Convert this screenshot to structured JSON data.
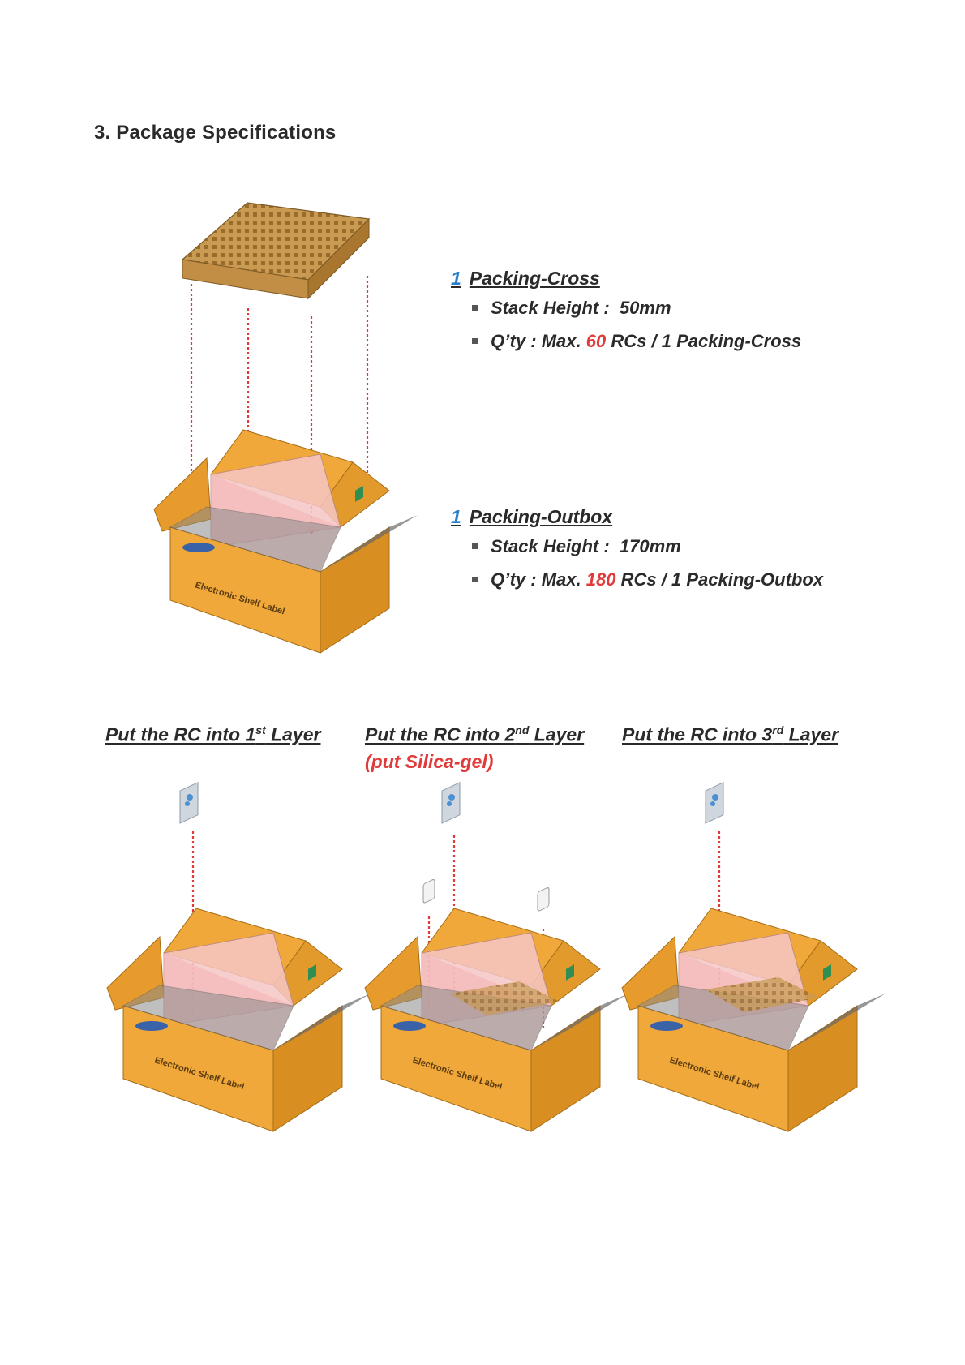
{
  "section_title": "3.  Package  Specifications",
  "packing_cross": {
    "number": "1",
    "title": "Packing-Cross",
    "stack_height_label": "Stack Height :",
    "stack_height_value": "50mm",
    "qty_prefix": "Q’ty : Max.",
    "qty_number": "60",
    "qty_suffix": "RCs / 1  Packing-Cross"
  },
  "packing_outbox": {
    "number": "1",
    "title": "Packing-Outbox",
    "stack_height_label": "Stack Height :",
    "stack_height_value": "170mm",
    "qty_prefix": "Q’ty : Max.",
    "qty_number": "180",
    "qty_suffix": "RCs / 1 Packing-Outbox"
  },
  "layers": [
    {
      "prefix": "Put the RC into 1",
      "sup": "st",
      "suffix": " Layer"
    },
    {
      "prefix": "Put the RC into 2",
      "sup": "nd",
      "suffix": " Layer"
    },
    {
      "prefix": "Put the RC into 3",
      "sup": "rd",
      "suffix": " Layer"
    }
  ],
  "silica_note": "(put Silica-gel)",
  "box_label": "Electronic Shelf Label",
  "colors": {
    "box_orange": "#f0a83a",
    "box_dark": "#c98520",
    "tray": "#c89a52",
    "arrow_red": "#e03a3a",
    "accent_blue": "#2b7fc9",
    "inner_pink": "#f6c6c6"
  }
}
